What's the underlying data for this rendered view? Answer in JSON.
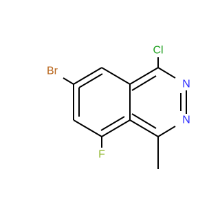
{
  "molecule": {
    "atoms": {
      "br": {
        "label": "Br",
        "color": "#b8651b"
      },
      "cl": {
        "label": "Cl",
        "color": "#1fa01f"
      },
      "n_top": {
        "label": "N",
        "color": "#2a2aff"
      },
      "n_bottom": {
        "label": "N",
        "color": "#2a2aff"
      },
      "f": {
        "label": "F",
        "color": "#8fb52c"
      }
    },
    "bond_color": "#000000"
  }
}
